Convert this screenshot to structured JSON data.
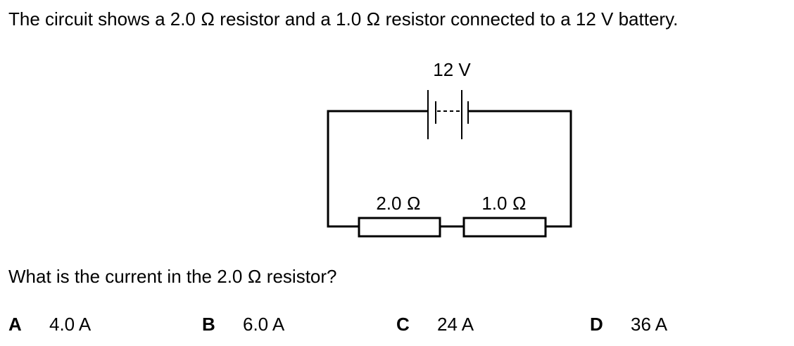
{
  "question": {
    "stem": "The circuit shows a 2.0 Ω resistor and a 1.0 Ω resistor connected to a 12 V battery.",
    "prompt": "What is the current in the 2.0 Ω resistor?"
  },
  "circuit": {
    "battery_label": "12 V",
    "resistor_1_label": "2.0 Ω",
    "resistor_2_label": "1.0 Ω",
    "connection": "series"
  },
  "options": [
    {
      "letter": "A",
      "text": "4.0 A"
    },
    {
      "letter": "B",
      "text": "6.0 A"
    },
    {
      "letter": "C",
      "text": "24 A"
    },
    {
      "letter": "D",
      "text": "36 A"
    }
  ]
}
